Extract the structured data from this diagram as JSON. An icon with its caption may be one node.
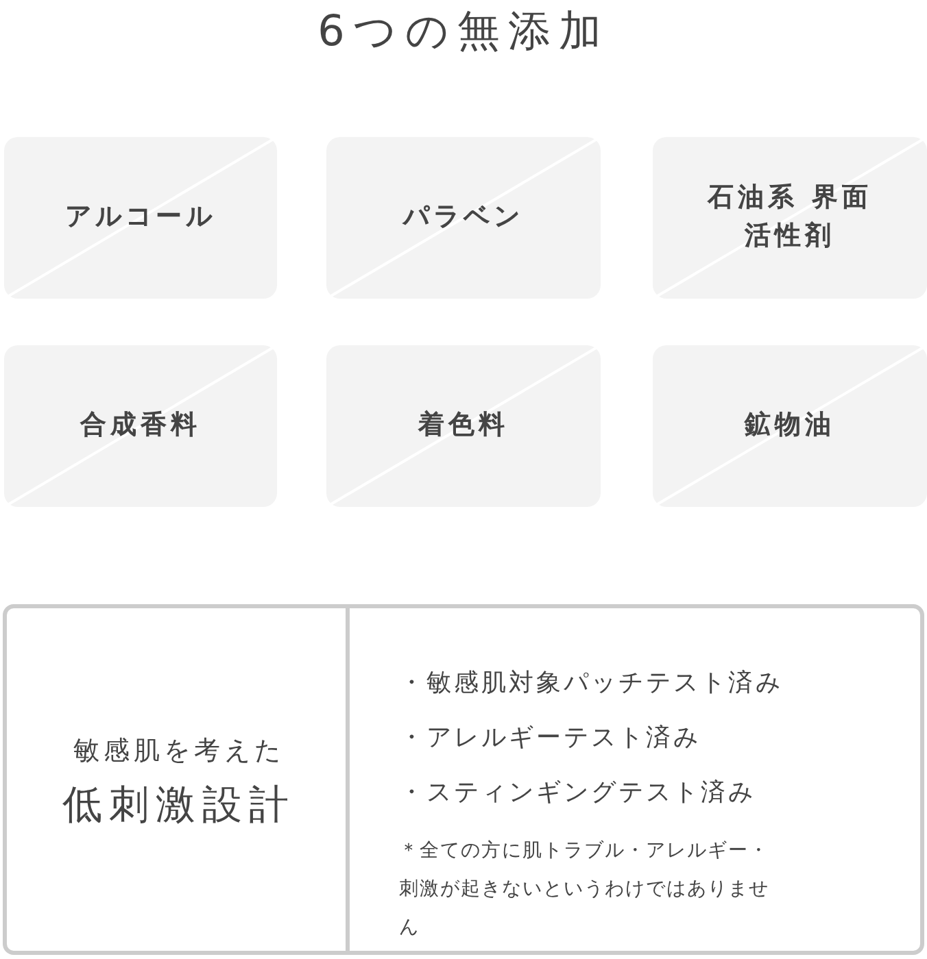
{
  "diagram": {
    "title": "6つの無添加",
    "nodes": [
      {
        "text": [
          "アルコール"
        ]
      },
      {
        "text": [
          "パラベン"
        ]
      },
      {
        "text": [
          "石油系 界面活性剤"
        ]
      },
      {
        "text": [
          "合成香料"
        ]
      },
      {
        "text": [
          "着色料"
        ]
      },
      {
        "text": [
          "鉱物油"
        ]
      },
      {
        "text": [],
        "shape": "box"
      },
      {
        "text": [
          "敏感肌を考えた",
          "低刺激設計"
        ],
        "in": 6
      },
      {
        "text": [
          "・敏感肌対象パッチテスト済み",
          "・アレルギーテスト済み",
          "・スティンギングテスト済み",
          "＊全ての方に肌トラブル・アレルギー・刺激が起きないというわけではありません"
        ],
        "in": 6
      }
    ],
    "edges": []
  }
}
